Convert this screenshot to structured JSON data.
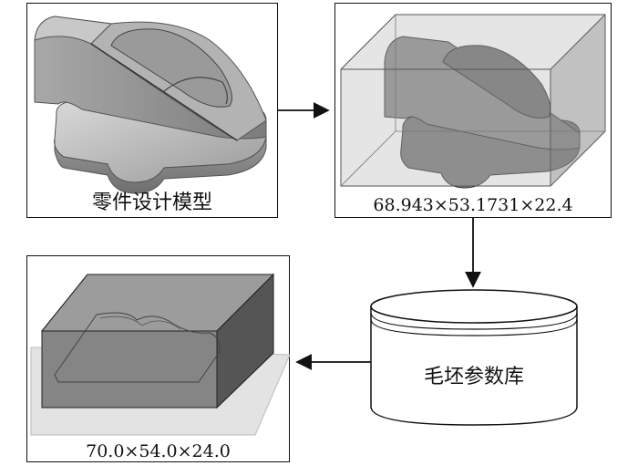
{
  "part_model": {
    "label": "零件设计模型"
  },
  "bounding_box": {
    "label": "68.943×53.1731×22.4"
  },
  "blank_database": {
    "label": "毛坯参数库"
  },
  "selected_blank": {
    "label": "70.0×54.0×24.0"
  },
  "colors": {
    "line": "#111111",
    "part_fill": "#8c8c8c",
    "box_fill": "#bfbfbf",
    "shadow_fill": "#e6e6e6"
  }
}
